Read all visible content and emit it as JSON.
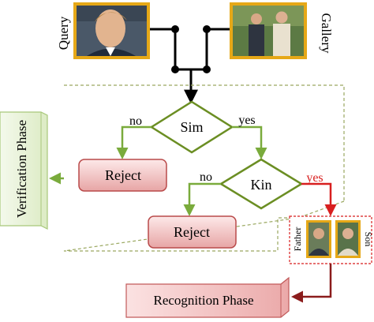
{
  "inputs": {
    "query_label": "Query",
    "gallery_label": "Gallery"
  },
  "decisions": {
    "sim": "Sim",
    "kin": "Kin"
  },
  "branches": {
    "sim_no": "no",
    "sim_yes": "yes",
    "kin_no": "no",
    "kin_yes": "yes"
  },
  "outcomes": {
    "reject_1": "Reject",
    "reject_2": "Reject"
  },
  "result_pair": {
    "father_label": "Father",
    "son_label": "Son"
  },
  "phases": {
    "verification": "Verification Phase",
    "recognition": "Recognition Phase"
  },
  "colors": {
    "diamond_stroke": "#6b8e23",
    "diamond_fill": "#ffffff",
    "branch_arrow": "#7aab3c",
    "reject_fill_top": "#fbe4e4",
    "reject_fill_bottom": "#e9a8a8",
    "reject_stroke": "#b94a4a",
    "yes_red": "#d81f1f",
    "dashed_box": "#9aa860",
    "verification_fill": "#e8f3d6",
    "verification_stroke": "#a8c87a",
    "recognition_fill": "#f3cccc",
    "recognition_stroke": "#c25a5a",
    "recognition_arrow": "#8b1c1c",
    "photo_frame": "#e6a817",
    "connector": "#000000"
  }
}
